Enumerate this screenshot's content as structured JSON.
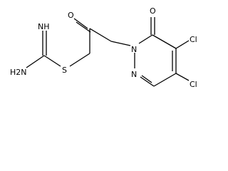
{
  "molecule": {
    "atoms": {
      "imine": "NH",
      "amine": "H2N",
      "sulfur": "S",
      "ketone_oxygen": "O",
      "ring_nitrogen_1": "N",
      "ring_nitrogen_2": "N",
      "ring_carbonyl_oxygen": "O",
      "chlorine_top": "Cl",
      "chlorine_bottom": "Cl"
    }
  },
  "colors": {
    "ink": "#000000",
    "background": "#ffffff"
  }
}
